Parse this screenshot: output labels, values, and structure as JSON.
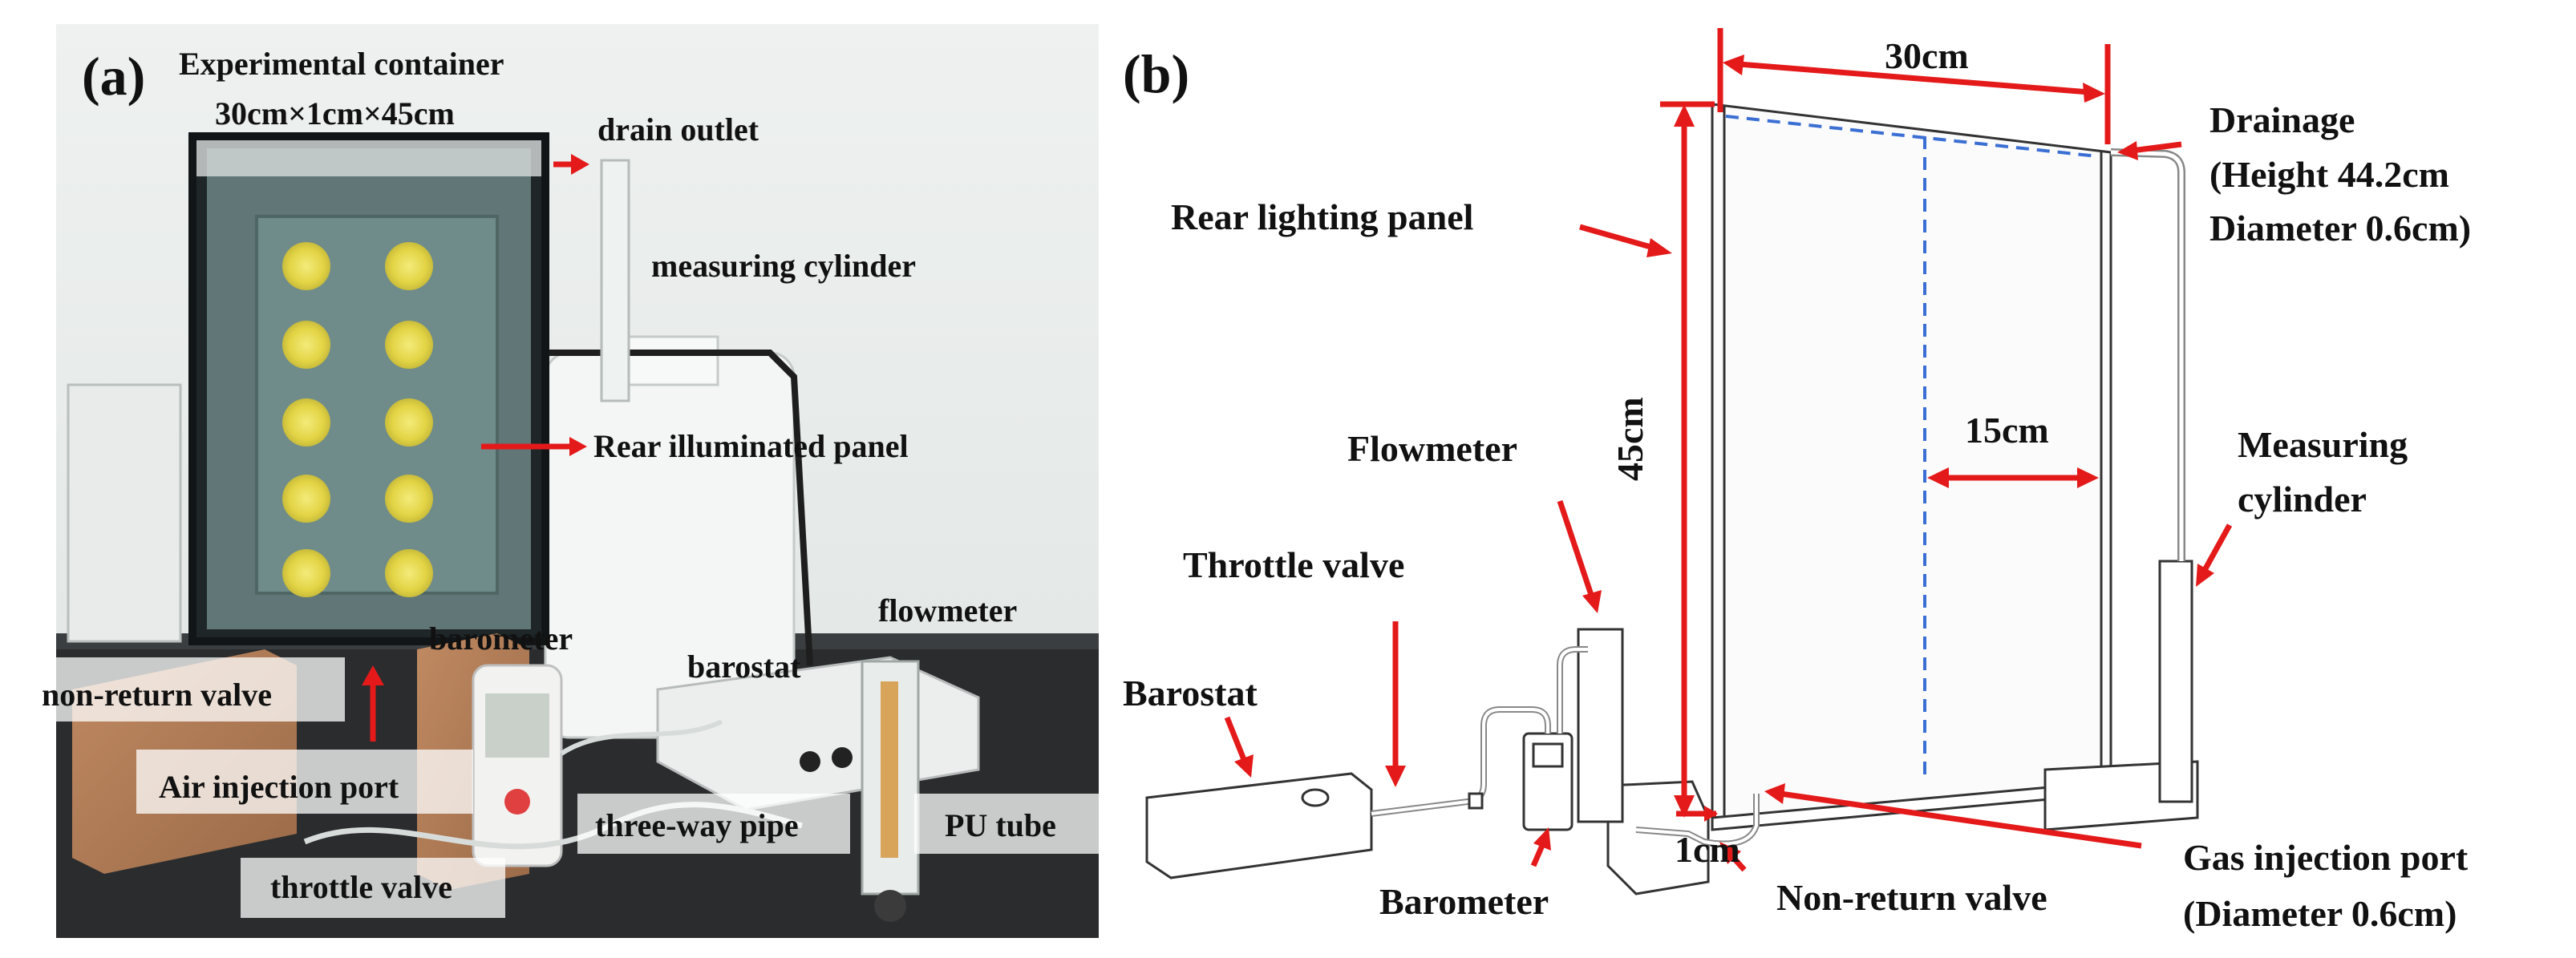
{
  "colors": {
    "arrow": "#e41a1a",
    "dashed": "#3b6fd4",
    "led": "#e9dc4a"
  },
  "panel_a": {
    "label": "(a)",
    "container_title": "Experimental  container",
    "container_dims": "30cm×1cm×45cm",
    "drain_outlet": "drain outlet",
    "measuring_cylinder": "measuring cylinder",
    "rear_panel": "Rear illuminated panel",
    "barometer": "barometer",
    "flowmeter": "flowmeter",
    "barostat": "barostat",
    "non_return_valve": "non-return valve",
    "air_injection_port": "Air injection port",
    "three_way_pipe": "three-way pipe",
    "pu_tube": "PU tube",
    "throttle_valve": "throttle valve"
  },
  "panel_b": {
    "label": "(b)",
    "width_30": "30cm",
    "height_45": "45cm",
    "half_15": "15cm",
    "depth_1": "1cm",
    "rear_lighting_panel": "Rear lighting panel",
    "drainage_1": "Drainage",
    "drainage_2": "(Height 44.2cm",
    "drainage_3": "Diameter 0.6cm)",
    "measuring_1": "Measuring",
    "measuring_2": "cylinder",
    "flowmeter": "Flowmeter",
    "throttle_valve": "Throttle valve",
    "barostat": "Barostat",
    "barometer": "Barometer",
    "non_return_valve": "Non-return valve",
    "gas_port_1": "Gas injection port",
    "gas_port_2": "(Diameter 0.6cm)"
  }
}
